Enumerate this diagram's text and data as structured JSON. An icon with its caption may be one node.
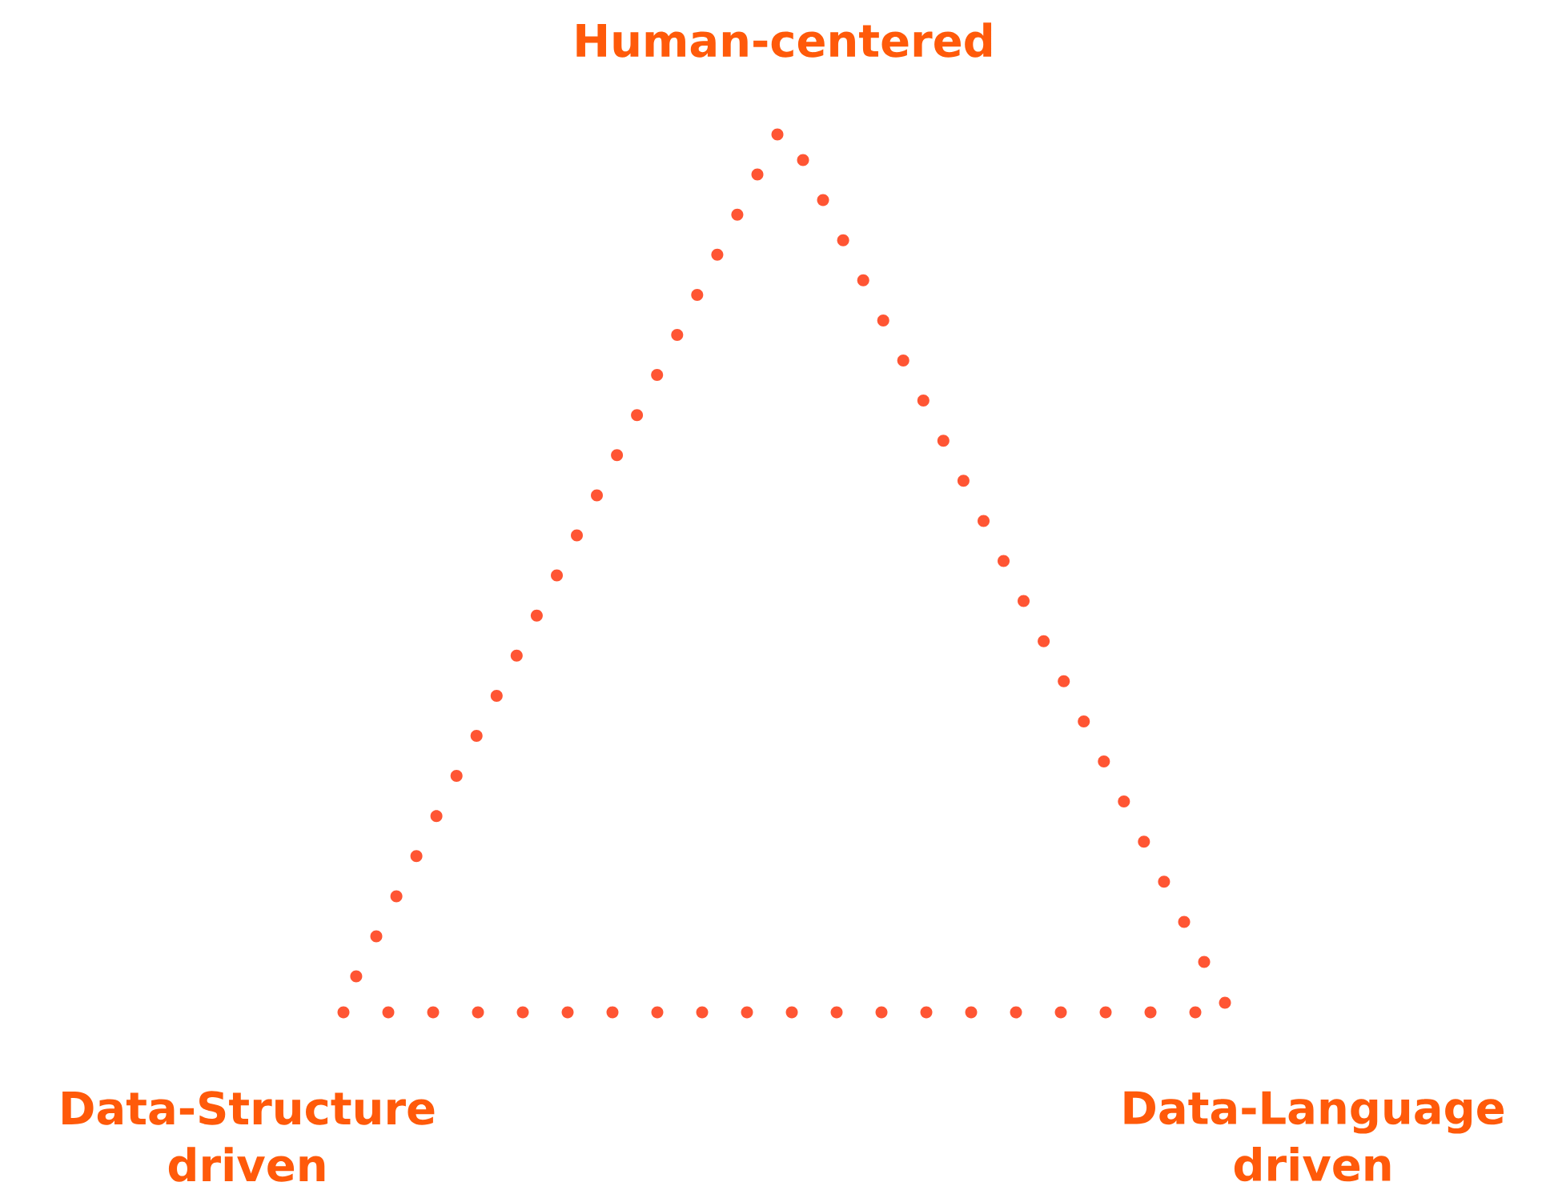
{
  "diagram": {
    "labels": [
      "Human-centered",
      "Data-Structure driven",
      "Data-Language driven"
    ]
  }
}
